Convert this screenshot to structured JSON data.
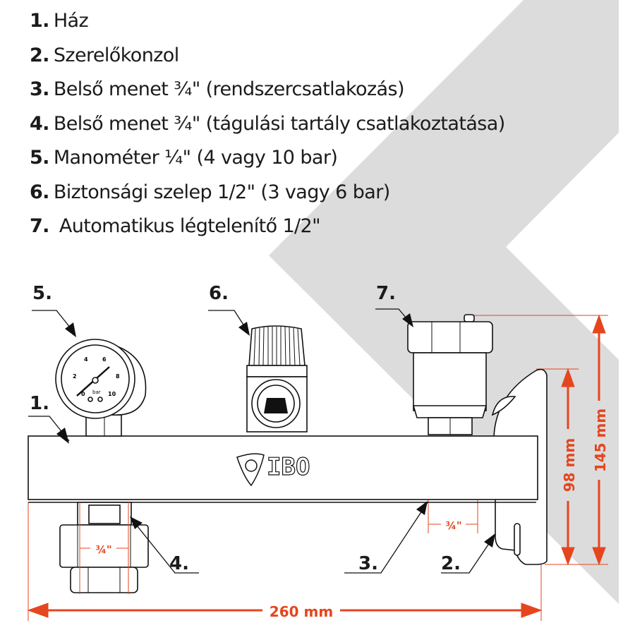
{
  "legend": [
    {
      "number": "1.",
      "text": "Ház"
    },
    {
      "number": "2.",
      "text": "Szerelőkonzol"
    },
    {
      "number": "3.",
      "text": "Belső menet ¾\" (rendszercsatlakozás)"
    },
    {
      "number": "4.",
      "text": "Belső menet ¾\" (tágulási tartály csatlakoztatása)"
    },
    {
      "number": "5.",
      "text": "Manométer ¼\" (4 vagy 10 bar)"
    },
    {
      "number": "6.",
      "text": "Biztonsági szelep 1/2\" (3 vagy 6 bar)"
    },
    {
      "number": "7.",
      "text": " Automatikus légtelenítő 1/2\""
    }
  ],
  "callouts": {
    "c1": "1.",
    "c2": "2.",
    "c3": "3.",
    "c4": "4.",
    "c5": "5.",
    "c6": "6.",
    "c7": "7."
  },
  "gauge": {
    "ticks": [
      "0",
      "2",
      "4",
      "6",
      "8",
      "10"
    ],
    "unit": "bar"
  },
  "logo": "IBO",
  "dimensions": {
    "width": "260 mm",
    "height_total": "145 mm",
    "height_bracket": "98 mm",
    "thread_left": "¾\"",
    "thread_right": "¾\""
  },
  "colors": {
    "dimension": "#e5461e",
    "background_band": "#dcdcdc",
    "line": "#111111"
  }
}
